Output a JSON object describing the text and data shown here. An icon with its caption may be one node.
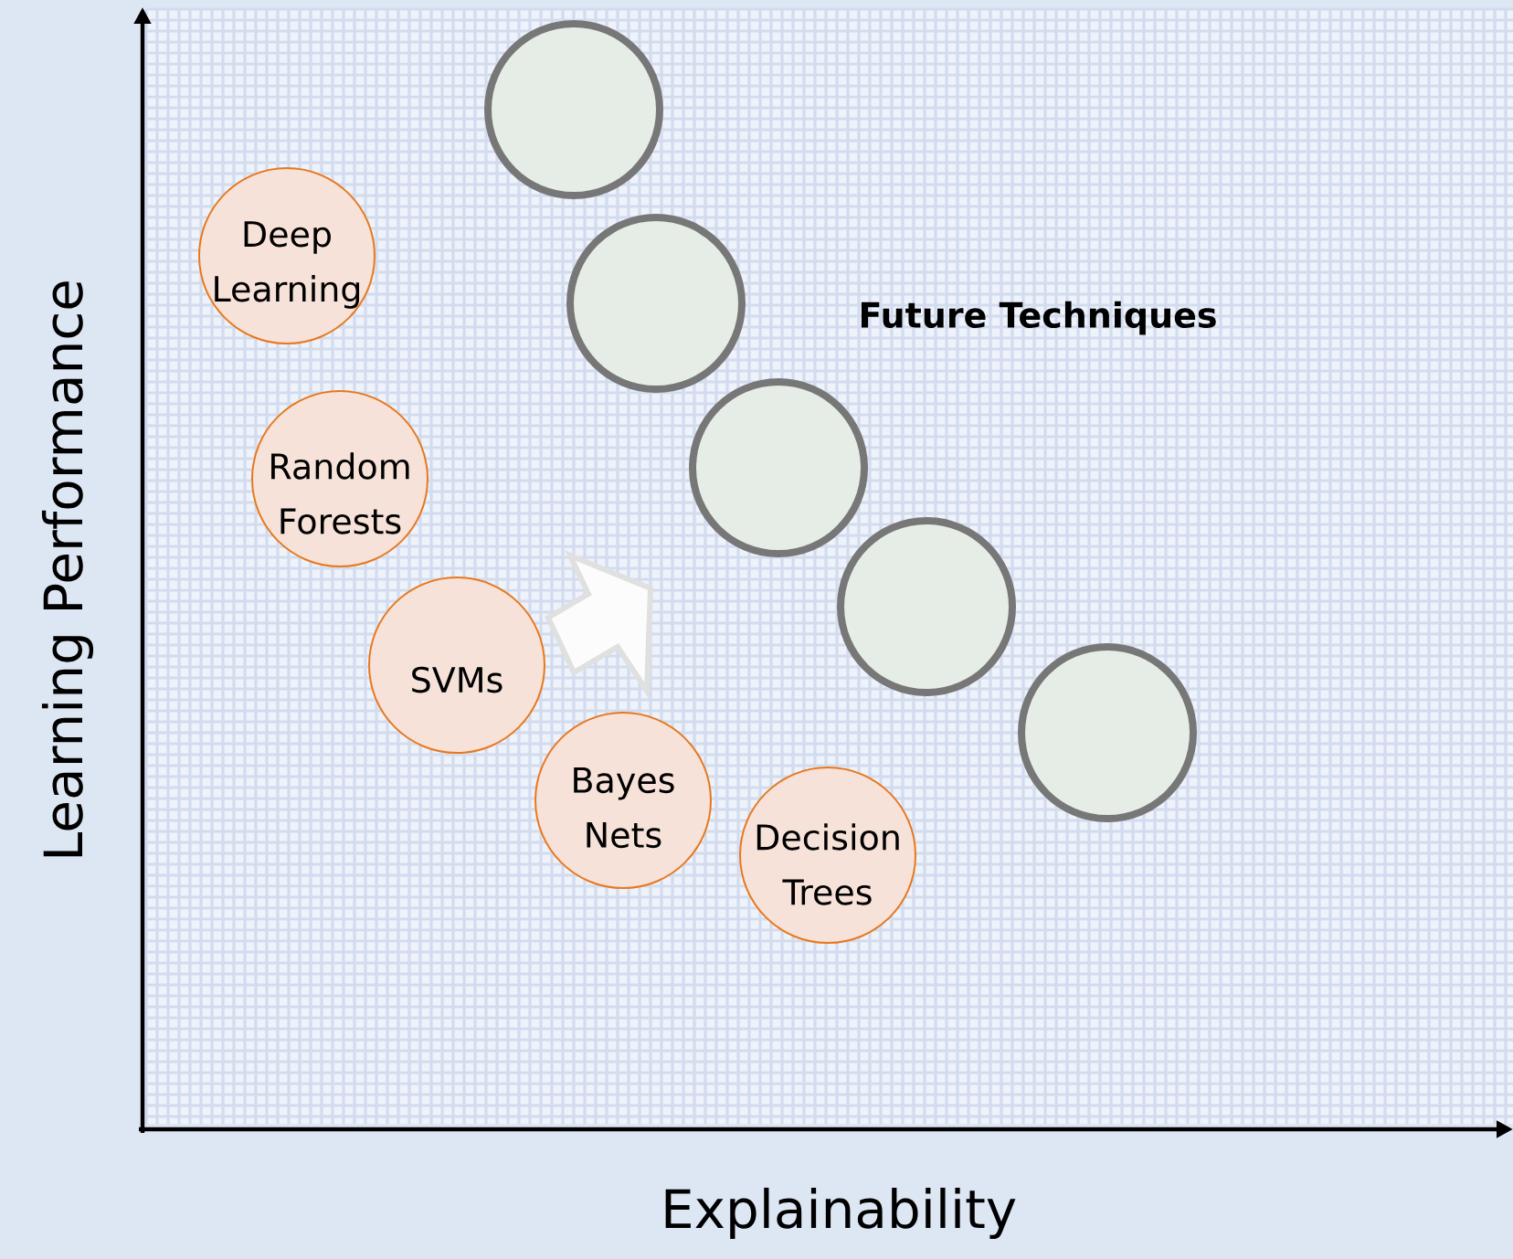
{
  "diagram": {
    "nodes": [
      {
        "text": [
          "Deep Learning"
        ]
      },
      {
        "text": [
          "Random Forests"
        ]
      },
      {
        "text": [
          "SVMs"
        ]
      },
      {
        "text": [
          "Bayes Nets"
        ]
      },
      {
        "text": [
          "Decision Trees"
        ]
      },
      {
        "text": [],
        "shape": "circle"
      },
      {
        "text": [],
        "shape": "circle"
      },
      {
        "text": [],
        "shape": "circle"
      },
      {
        "text": [],
        "shape": "circle"
      },
      {
        "text": [],
        "shape": "circle"
      }
    ],
    "edges": [],
    "labels": [
      "Future Techniques",
      "Learning Performance",
      "Explainability"
    ]
  }
}
